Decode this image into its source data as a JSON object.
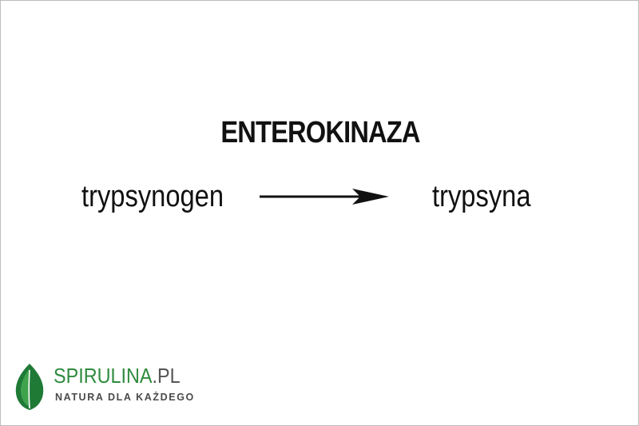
{
  "diagram": {
    "enzyme": "ENTEROKINAZA",
    "substrate": "trypsynogen",
    "product": "trypsyna"
  },
  "logo": {
    "name_main": "SPIRULINA",
    "name_tld": ".PL",
    "tagline": "NATURA DLA KAŻDEGO",
    "colors": {
      "leaf_dark": "#1f7a36",
      "leaf_light": "#3fa34d",
      "name": "#2e8b3e",
      "tld": "#555555"
    }
  }
}
